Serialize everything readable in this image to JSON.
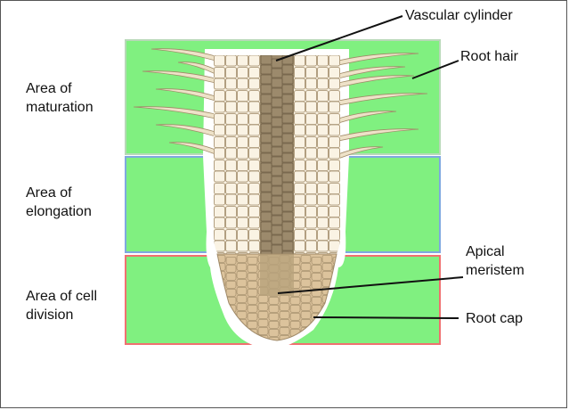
{
  "zones": {
    "maturation": {
      "line1": "Area of",
      "line2": "maturation"
    },
    "elongation": {
      "line1": "Area of",
      "line2": "elongation"
    },
    "division": {
      "line1": "Area of cell",
      "line2": "division"
    }
  },
  "callouts": {
    "vascular_cylinder": "Vascular cylinder",
    "root_hair": "Root hair",
    "apical_meristem_1": "Apical",
    "apical_meristem_2": "meristem",
    "root_cap": "Root cap"
  },
  "colors": {
    "zone_fill": "#80f080",
    "maturation_border": "#b8d8b8",
    "elongation_border": "#7fa8e0",
    "division_border": "#f07070",
    "cell_fill": "#faf3e4",
    "cell_stroke": "#a08a68",
    "vascular_fill": "#9c8a6c",
    "root_hair_fill": "#eee2c8",
    "root_cap_fill": "#dcc39c"
  }
}
